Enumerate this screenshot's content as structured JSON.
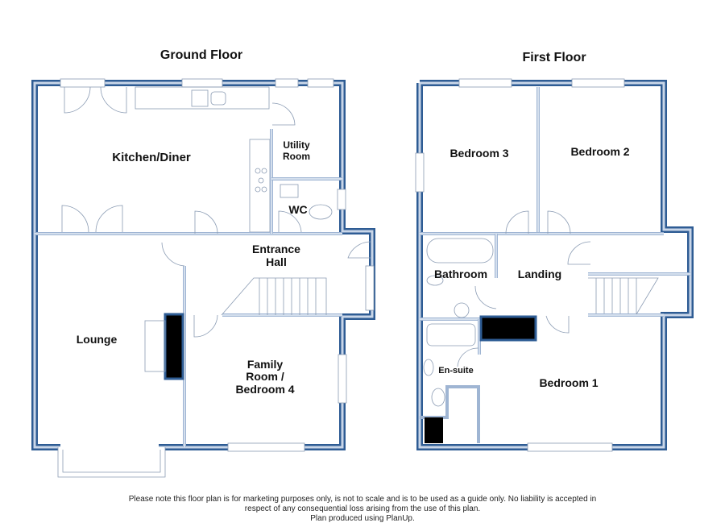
{
  "floors": [
    {
      "title": "Ground Floor",
      "rooms": [
        {
          "name": "Kitchen/Diner",
          "lines": [
            "Kitchen/Diner"
          ]
        },
        {
          "name": "Utility Room",
          "lines": [
            "Utility",
            "Room"
          ]
        },
        {
          "name": "WC",
          "lines": [
            "WC"
          ]
        },
        {
          "name": "Entrance Hall",
          "lines": [
            "Entrance",
            "Hall"
          ]
        },
        {
          "name": "Lounge",
          "lines": [
            "Lounge"
          ]
        },
        {
          "name": "Family Room / Bedroom 4",
          "lines": [
            "Family",
            "Room /",
            "Bedroom 4"
          ]
        }
      ]
    },
    {
      "title": "First Floor",
      "rooms": [
        {
          "name": "Bedroom 3",
          "lines": [
            "Bedroom 3"
          ]
        },
        {
          "name": "Bedroom 2",
          "lines": [
            "Bedroom 2"
          ]
        },
        {
          "name": "Bathroom",
          "lines": [
            "Bathroom"
          ]
        },
        {
          "name": "Landing",
          "lines": [
            "Landing"
          ]
        },
        {
          "name": "En-suite",
          "lines": [
            "En-suite"
          ]
        },
        {
          "name": "Bedroom 1",
          "lines": [
            "Bedroom 1"
          ]
        }
      ]
    }
  ],
  "footer": {
    "line1": "Please note this floor plan is for marketing purposes only, is not to scale and is to be used as a guide only.  No liability is accepted in",
    "line2": "respect of any consequential loss arising from the use of this plan.",
    "line3": "Plan produced using PlanUp."
  },
  "colors": {
    "wall_outer": "#2e5c94",
    "wall_inner": "#c9d6e8",
    "fill": "#ffffff",
    "chimney": "#000000"
  }
}
